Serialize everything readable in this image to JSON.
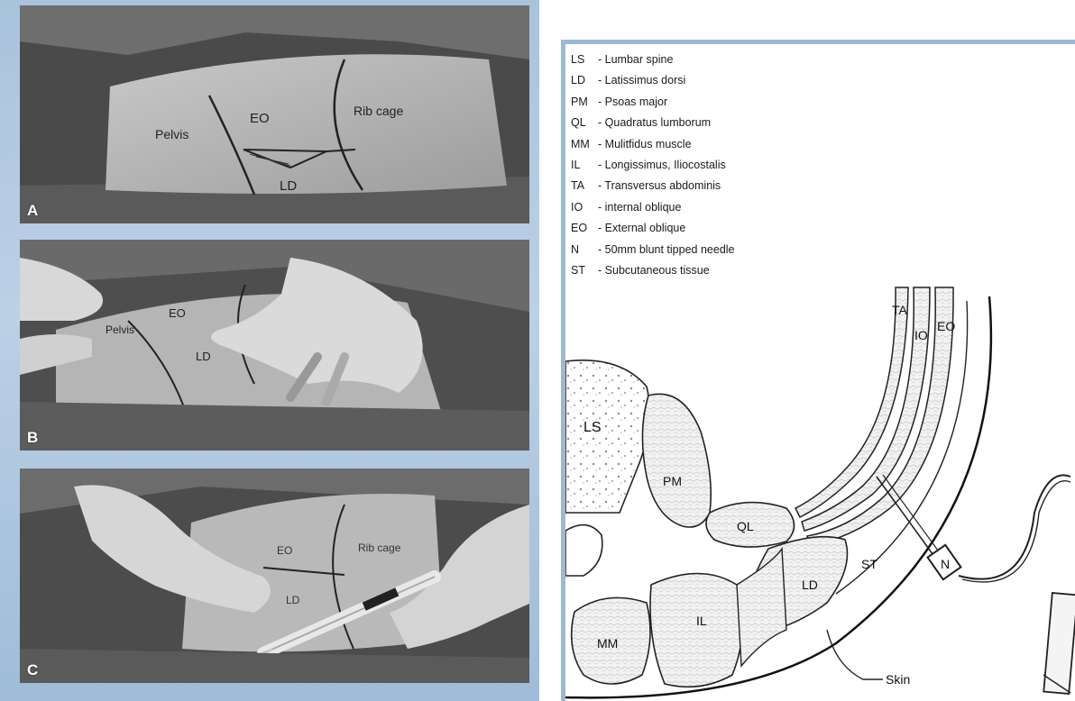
{
  "photos": [
    {
      "label": "A",
      "marks": {
        "pelvis": "Pelvis",
        "eo": "EO",
        "ribcage": "Rib cage",
        "ld": "LD"
      }
    },
    {
      "label": "B",
      "marks": {
        "pelvis": "Pelvis",
        "eo": "EO",
        "ld": "LD"
      }
    },
    {
      "label": "C",
      "marks": {
        "eo": "EO",
        "ribcage": "Rib cage",
        "ld": "LD"
      }
    }
  ],
  "legend": [
    {
      "abbr": "LS",
      "sep": "-",
      "text": "Lumbar spine"
    },
    {
      "abbr": "LD",
      "sep": "-",
      "text": "Latissimus dorsi"
    },
    {
      "abbr": "PM",
      "sep": "-",
      "text": "Psoas major"
    },
    {
      "abbr": "QL",
      "sep": "-",
      "text": "Quadratus lumborum"
    },
    {
      "abbr": "MM",
      "sep": "-",
      "text": "Mulitfidus muscle"
    },
    {
      "abbr": "IL",
      "sep": "-",
      "text": "Longissimus, Iliocostalis"
    },
    {
      "abbr": "TA",
      "sep": "-",
      "text": "Transversus abdominis"
    },
    {
      "abbr": "IO",
      "sep": "-",
      "text": "internal oblique"
    },
    {
      "abbr": "EO",
      "sep": "-",
      "text": "External oblique"
    },
    {
      "abbr": "N",
      "sep": "-",
      "text": "50mm blunt tipped needle"
    },
    {
      "abbr": "ST",
      "sep": "-",
      "text": "Subcutaneous tissue"
    }
  ],
  "diagram": {
    "ls": "LS",
    "pm": "PM",
    "ql": "QL",
    "mm": "MM",
    "il": "IL",
    "ld": "LD",
    "st": "ST",
    "ta": "TA",
    "io": "IO",
    "eo": "EO",
    "n": "N",
    "skin": "Skin"
  }
}
